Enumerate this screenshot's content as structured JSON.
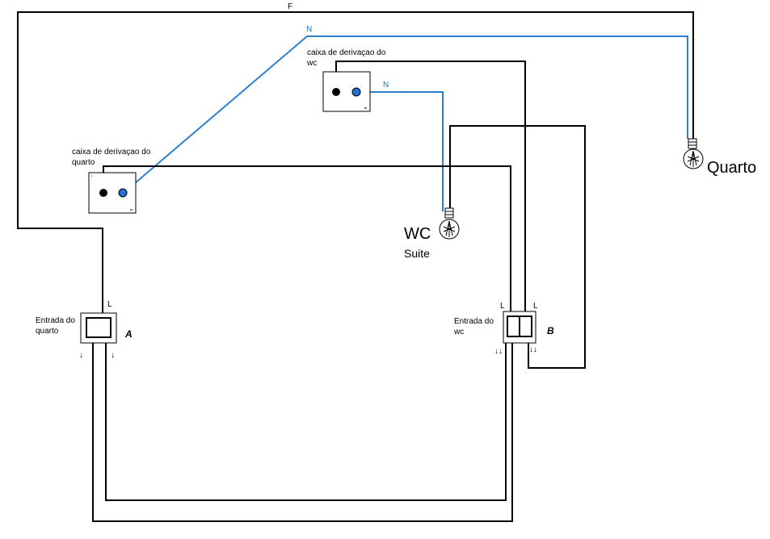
{
  "wire_labels": {
    "phase": "F",
    "neutral_top": "N",
    "neutral_wc": "N"
  },
  "junction_boxes": {
    "wc": {
      "line1": "caixa de derivaçao do",
      "line2": "wc"
    },
    "quarto": {
      "line1": "caixa de derivaçao do",
      "line2": "quarto"
    }
  },
  "lamps": {
    "quarto": {
      "label": "Quarto"
    },
    "wc": {
      "label": "WC",
      "sublabel": "Suite"
    }
  },
  "switches": {
    "a": {
      "name_line1": "Entrada do",
      "name_line2": "quarto",
      "letter": "A",
      "l_label": "L",
      "arrow_left": "↓",
      "arrow_right": "↓"
    },
    "b": {
      "name_line1": "Entrada do",
      "name_line2": "wc",
      "letter": "B",
      "l_label_left": "L",
      "l_label_right": "L",
      "arrows_left": "↓↓",
      "arrows_right": "↓↓"
    }
  },
  "colors": {
    "wire_phase": "#000000",
    "wire_neutral": "#2f7fd0",
    "terminal_neutral": "#1f6fd6",
    "terminal_phase": "#000000"
  }
}
